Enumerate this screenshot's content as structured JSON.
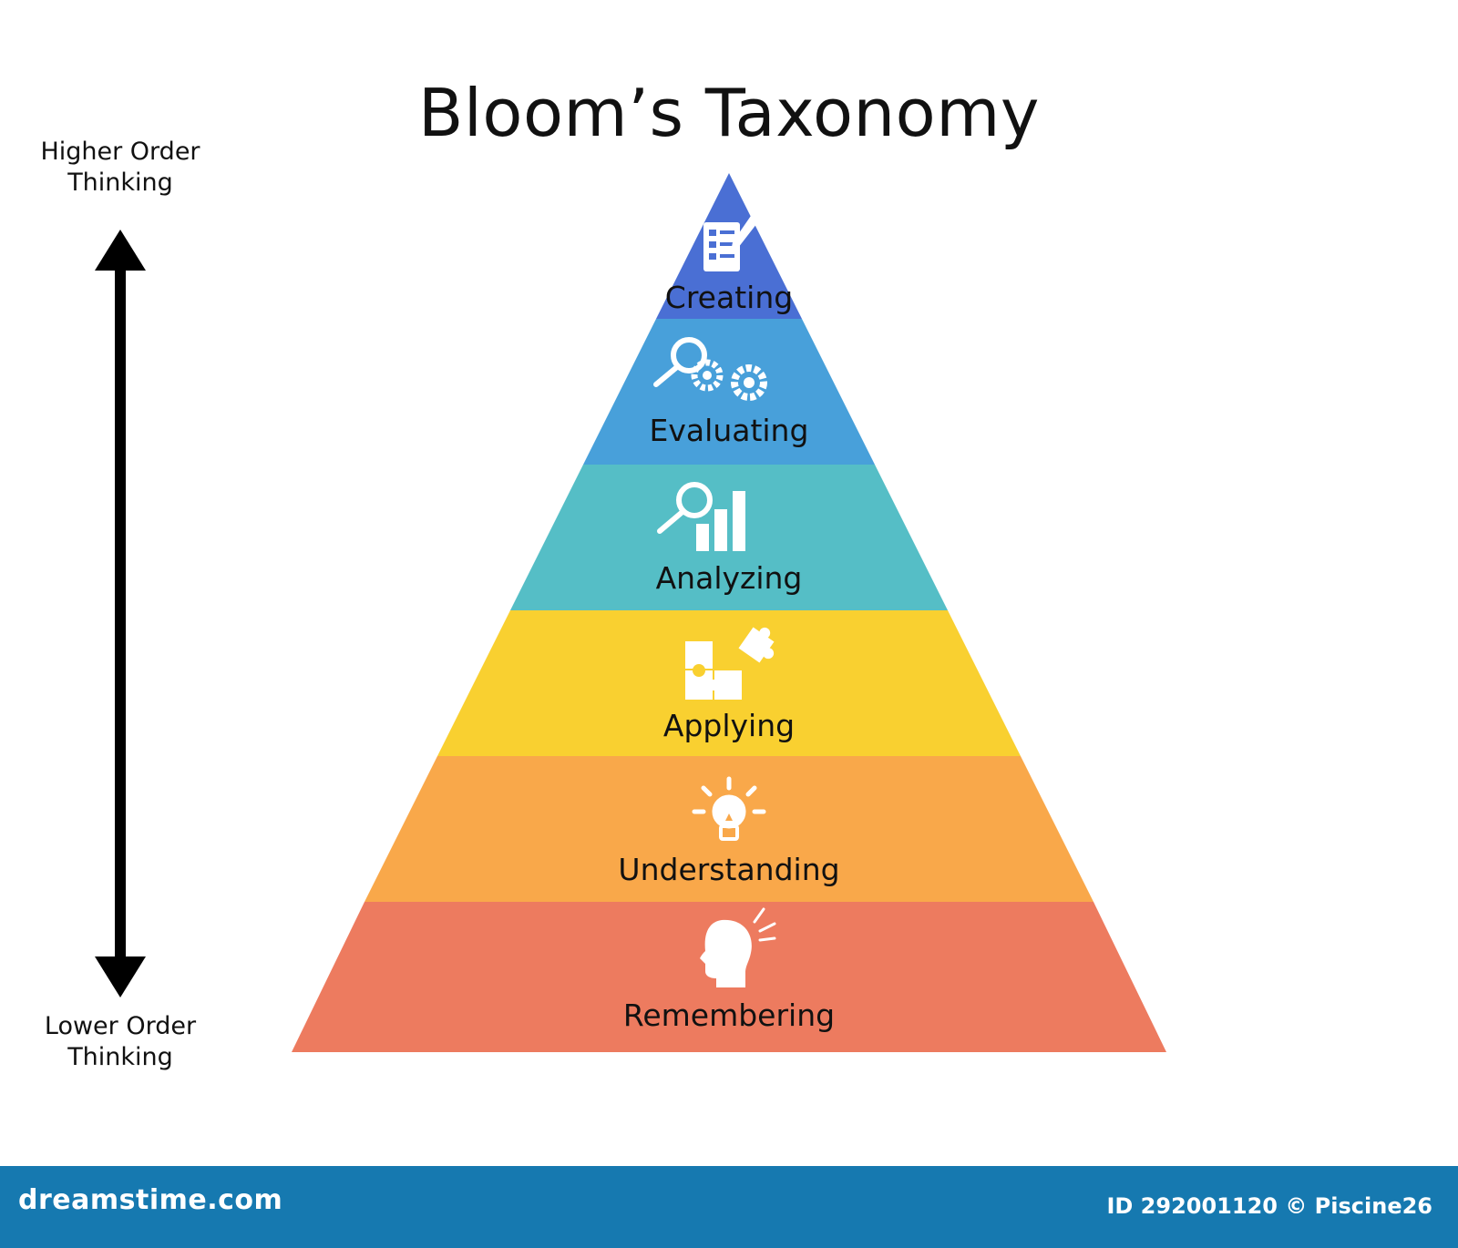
{
  "title": "Bloom’s Taxonomy",
  "axis": {
    "top_label": [
      "Higher Order",
      "Thinking"
    ],
    "bottom_label": [
      "Lower Order",
      "Thinking"
    ]
  },
  "levels": [
    {
      "label": "Creating",
      "color": "#4a6fd4",
      "icon": "checklist-pencil-icon"
    },
    {
      "label": "Evaluating",
      "color": "#48a0da",
      "icon": "magnifier-gears-icon"
    },
    {
      "label": "Analyzing",
      "color": "#55bec6",
      "icon": "magnifier-bar-chart-icon"
    },
    {
      "label": "Applying",
      "color": "#f9d030",
      "icon": "puzzle-pieces-icon"
    },
    {
      "label": "Understanding",
      "color": "#f9a84a",
      "icon": "lightbulb-icon"
    },
    {
      "label": "Remembering",
      "color": "#ed7b5f",
      "icon": "head-thinking-icon"
    }
  ],
  "footer": {
    "brand": "dreamstime.com",
    "credit": "ID 292001120 © Piscine26",
    "color": "#1679b0"
  }
}
